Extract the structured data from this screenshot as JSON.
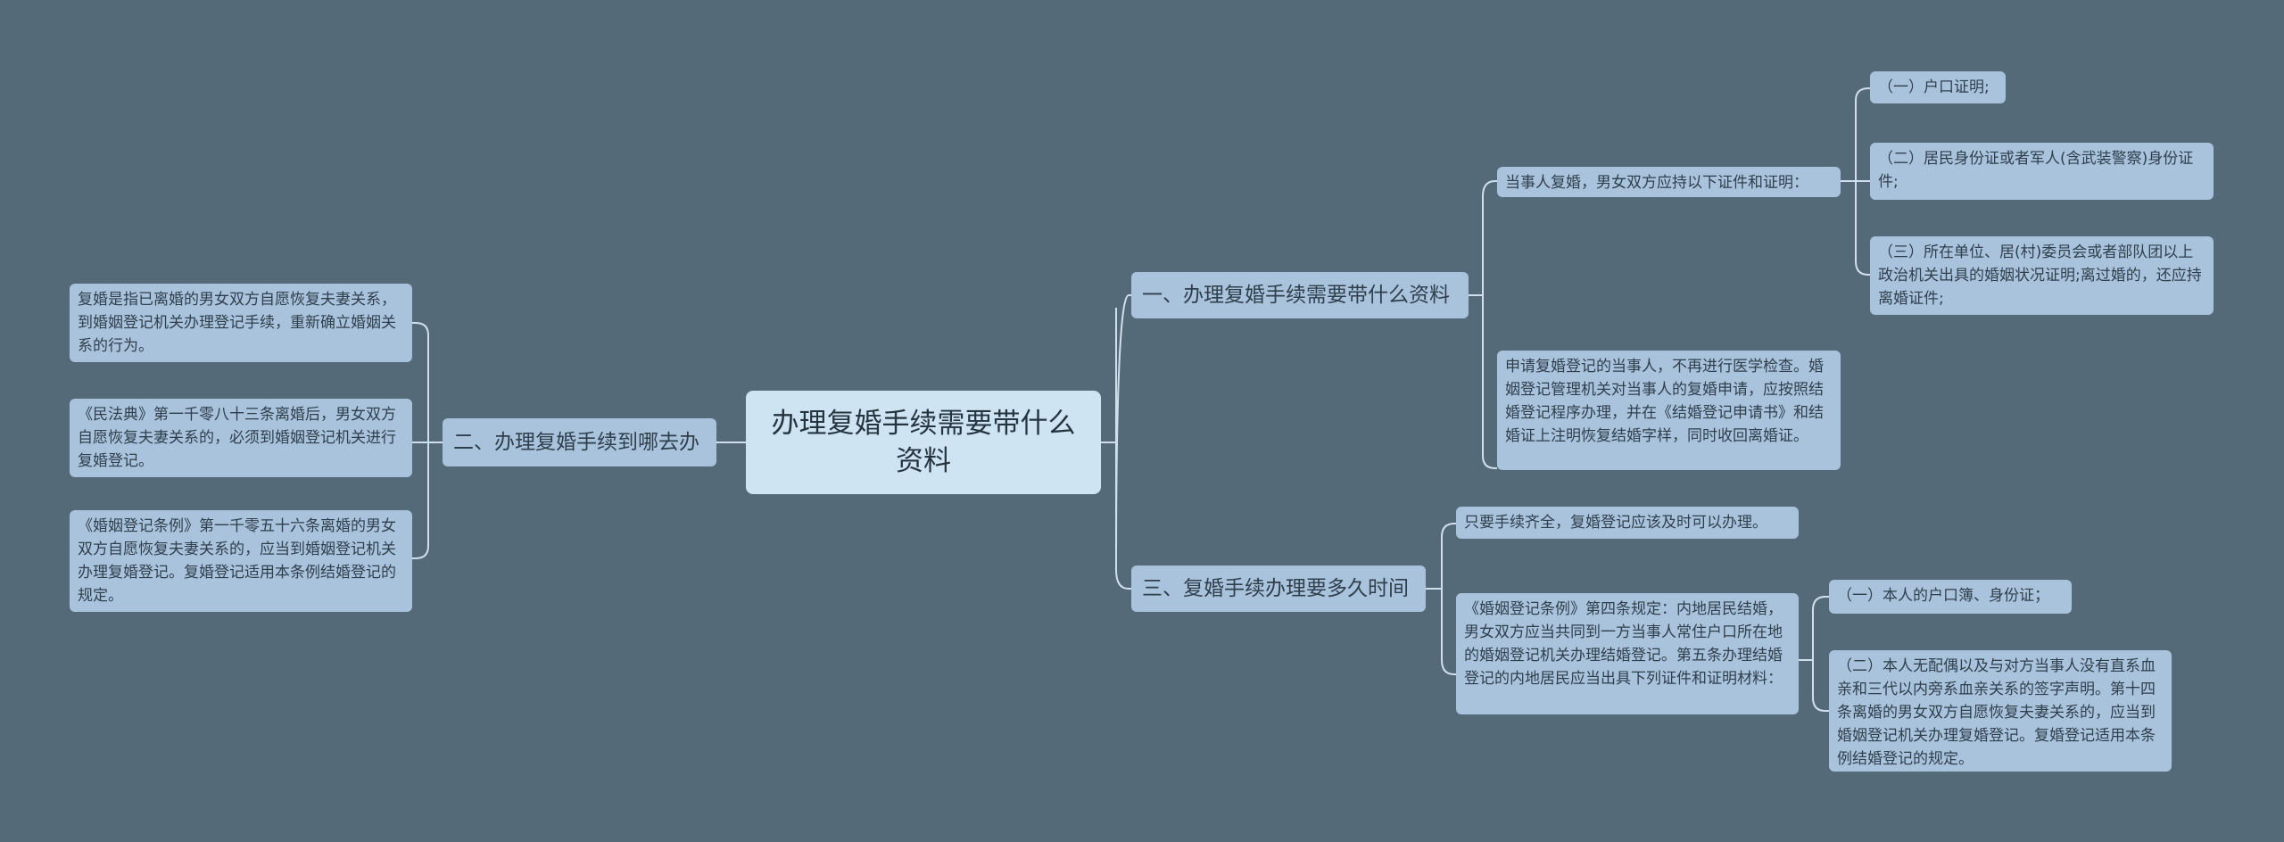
{
  "root": "办理复婚手续需要带什么资料",
  "branches": {
    "b1": "一、办理复婚手续需要带什么资料",
    "b2": "二、办理复婚手续到哪去办",
    "b3": "三、复婚手续办理要多久时间"
  },
  "b1_children": {
    "c1": "当事人复婚，男女双方应持以下证件和证明：",
    "c2": "申请复婚登记的当事人，不再进行医学检查。婚姻登记管理机关对当事人的复婚申请，应按照结婚登记程序办理，并在《结婚登记申请书》和结婚证上注明恢复结婚字样，同时收回离婚证。"
  },
  "c1_children": {
    "d1": "（一）户口证明;",
    "d2": "（二）居民身份证或者军人(含武装警察)身份证件;",
    "d3": "（三）所在单位、居(村)委员会或者部队团以上政治机关出具的婚姻状况证明;离过婚的，还应持离婚证件;"
  },
  "b2_children": {
    "e1": "复婚是指已离婚的男女双方自愿恢复夫妻关系，到婚姻登记机关办理登记手续，重新确立婚姻关系的行为。",
    "e2": "《民法典》第一千零八十三条离婚后，男女双方自愿恢复夫妻关系的，必须到婚姻登记机关进行复婚登记。",
    "e3": "《婚姻登记条例》第一千零五十六条离婚的男女双方自愿恢复夫妻关系的，应当到婚姻登记机关办理复婚登记。复婚登记适用本条例结婚登记的规定。"
  },
  "b3_children": {
    "f1": "只要手续齐全，复婚登记应该及时可以办理。",
    "f2": "《婚姻登记条例》第四条规定：内地居民结婚，男女双方应当共同到一方当事人常住户口所在地的婚姻登记机关办理结婚登记。第五条办理结婚登记的内地居民应当出具下列证件和证明材料："
  },
  "f2_children": {
    "g1": "（一）本人的户口簿、身份证；",
    "g2": "（二）本人无配偶以及与对方当事人没有直系血亲和三代以内旁系血亲关系的签字声明。第十四条离婚的男女双方自愿恢复夫妻关系的，应当到婚姻登记机关办理复婚登记。复婚登记适用本条例结婚登记的规定。"
  },
  "colors": {
    "background": "#546a78",
    "root": "#cfe4f2",
    "node": "#a9c3dc",
    "line": "#cfe0ec"
  }
}
